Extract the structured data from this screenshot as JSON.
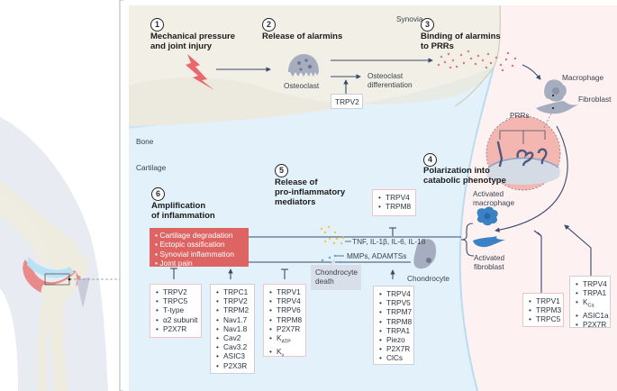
{
  "regions": {
    "synovia": "Synovia",
    "bone": "Bone",
    "cartilage": "Cartilage"
  },
  "steps": [
    {
      "number": "1",
      "title": "Mechanical pressure\nand joint injury"
    },
    {
      "number": "2",
      "title": "Release of alarmins"
    },
    {
      "number": "3",
      "title": "Binding of alarmins\nto PRRs"
    },
    {
      "number": "4",
      "title": "Polarization into\ncatabolic phenotype"
    },
    {
      "number": "5",
      "title": "Release of\npro-inflammatory\nmediators"
    },
    {
      "number": "6",
      "title": "Amplification\nof inflammation"
    }
  ],
  "labels": {
    "osteoclast": "Osteoclast",
    "osteoclast_differentiation": "Osteoclast\ndifferentiation",
    "macrophage": "Macrophage",
    "fibroblast": "Fibroblast",
    "prrs": "PRRs",
    "activated_macrophage": "Activated\nmacrophage",
    "activated_fibroblast": "Activated\nfibroblast",
    "chondrocyte": "Chondrocyte",
    "chondrocyte_death": "Chondrocyte\ndeath",
    "cytokines": "TNF, IL-1β, IL-6, IL-18",
    "proteases": "MMPs, ADAMTSs"
  },
  "outcomes": [
    "Cartilage degradation",
    "Ectopic ossification",
    "Synovial inflammation",
    "Joint pain"
  ],
  "channel_boxes": {
    "osteoclast": [
      "TRPV2"
    ],
    "mediator_release": [
      "TRPV4",
      "TRPM8"
    ],
    "amplification_inhibit": [
      "TRPV2",
      "TRPC5",
      "T-type",
      "α2 subunit",
      "P2X7R"
    ],
    "amplification_promote": [
      "TRPC1",
      "TRPV2",
      "TRPM2",
      "Nav1.7",
      "Nav1.8",
      "Cav2",
      "Cav3.2",
      "ASIC3",
      "P2X3R"
    ],
    "chondrocyte_death_inhibit": [
      "TRPV1",
      "TRPV4",
      "TRPV6",
      "TRPM8",
      "P2X7R",
      "K_ATP",
      "K_v"
    ],
    "chondrocyte_promote": [
      "TRPV4",
      "TRPV5",
      "TRPM7",
      "TRPM8",
      "TRPA1",
      "Piezo",
      "P2X7R",
      "ClCs"
    ],
    "polarization_inhibit": [
      "TRPV1",
      "TRPM3",
      "TRPC5"
    ],
    "polarization_promote": [
      "TRPV4",
      "TRPA1",
      "K_Ca",
      "ASIC1a",
      "P2X7R"
    ]
  },
  "colors": {
    "bone": "#f1efe6",
    "cartilage": "#e3f1fb",
    "synovia": "#fdf1f1",
    "outcome_box": "#de6463",
    "arrow": "#3a4a6b",
    "alarmin_dots": "#e57373",
    "cytokine_dots": "#f2c25a",
    "protease_dots": "#5aa6dc"
  }
}
